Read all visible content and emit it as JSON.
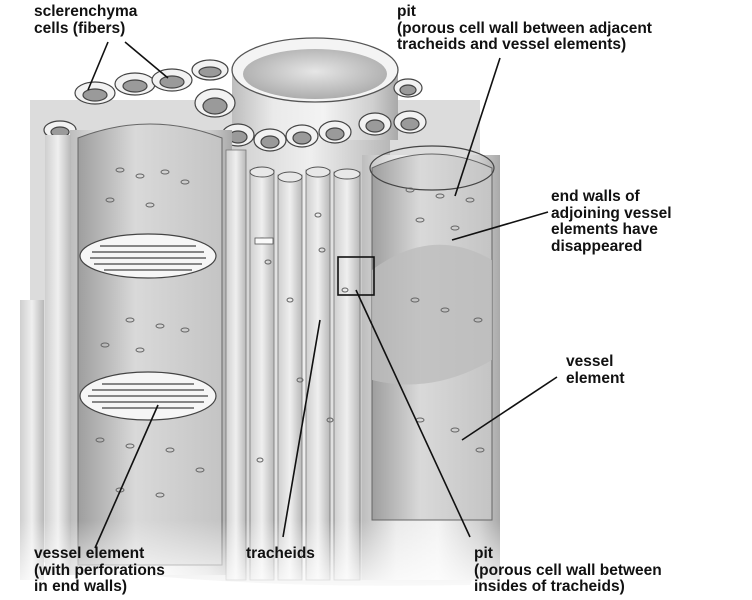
{
  "labels": {
    "sclerenchyma": [
      "sclerenchyma",
      "cells (fibers)"
    ],
    "pit_top": [
      "pit",
      "(porous cell wall between adjacent",
      "tracheids and vessel elements)"
    ],
    "end_walls": [
      "end walls of",
      "adjoining vessel",
      "elements have",
      "disappeared"
    ],
    "vessel_right": [
      "vessel",
      "element"
    ],
    "vessel_bottom": [
      "vessel element",
      "(with perforations",
      "in end walls)"
    ],
    "tracheids": [
      "tracheids"
    ],
    "pit_bottom": [
      "pit",
      "(porous cell wall between",
      "insides of tracheids)"
    ]
  }
}
